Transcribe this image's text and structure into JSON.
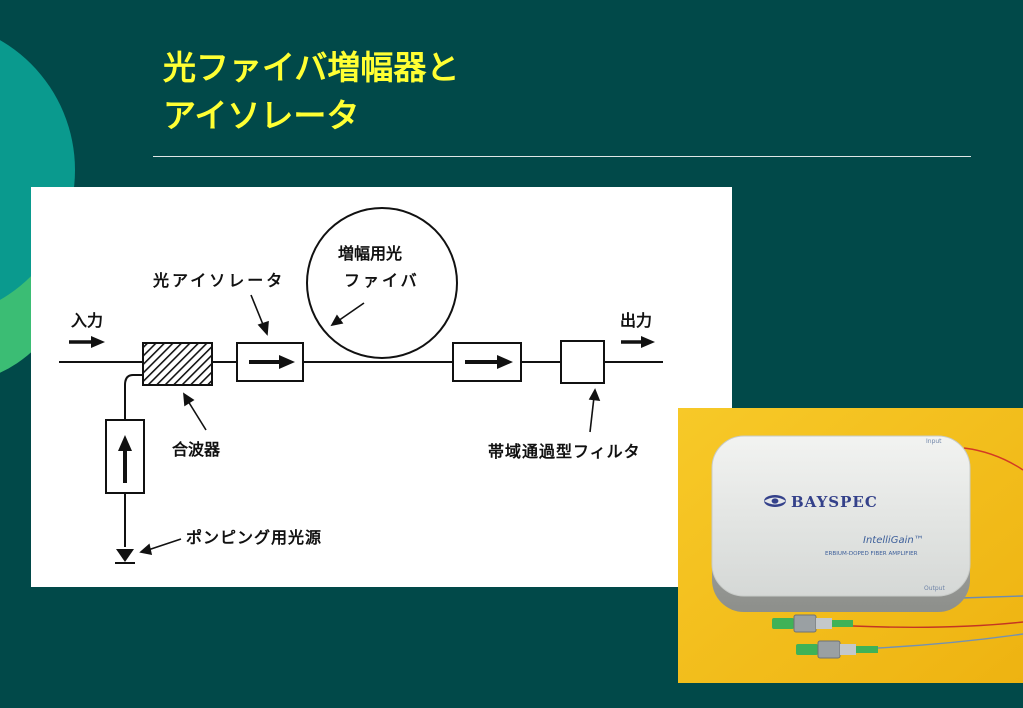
{
  "slide": {
    "title_line1": "光ファイバ増幅器と",
    "title_line2": "アイソレータ"
  },
  "diagram": {
    "labels": {
      "input": "入力",
      "output": "出力",
      "isolator": "光アイソレータ",
      "amp_fiber_line1": "増幅用光",
      "amp_fiber_line2": "ファイバ",
      "combiner": "合波器",
      "bandpass_filter": "帯域通過型フィルタ",
      "pump_source": "ポンピング用光源"
    }
  },
  "photo": {
    "brand": "BAYSPEC",
    "product": "IntelliGain™",
    "subtitle": "ERBIUM-DOPED FIBER AMPLIFIER",
    "port_input": "Input",
    "port_output": "Output"
  },
  "colors": {
    "background": "#014949",
    "title": "#ffff33",
    "accent_teal": "#0a9a8e",
    "accent_green": "#3bbd74",
    "photo_background": "#f6c31c"
  }
}
